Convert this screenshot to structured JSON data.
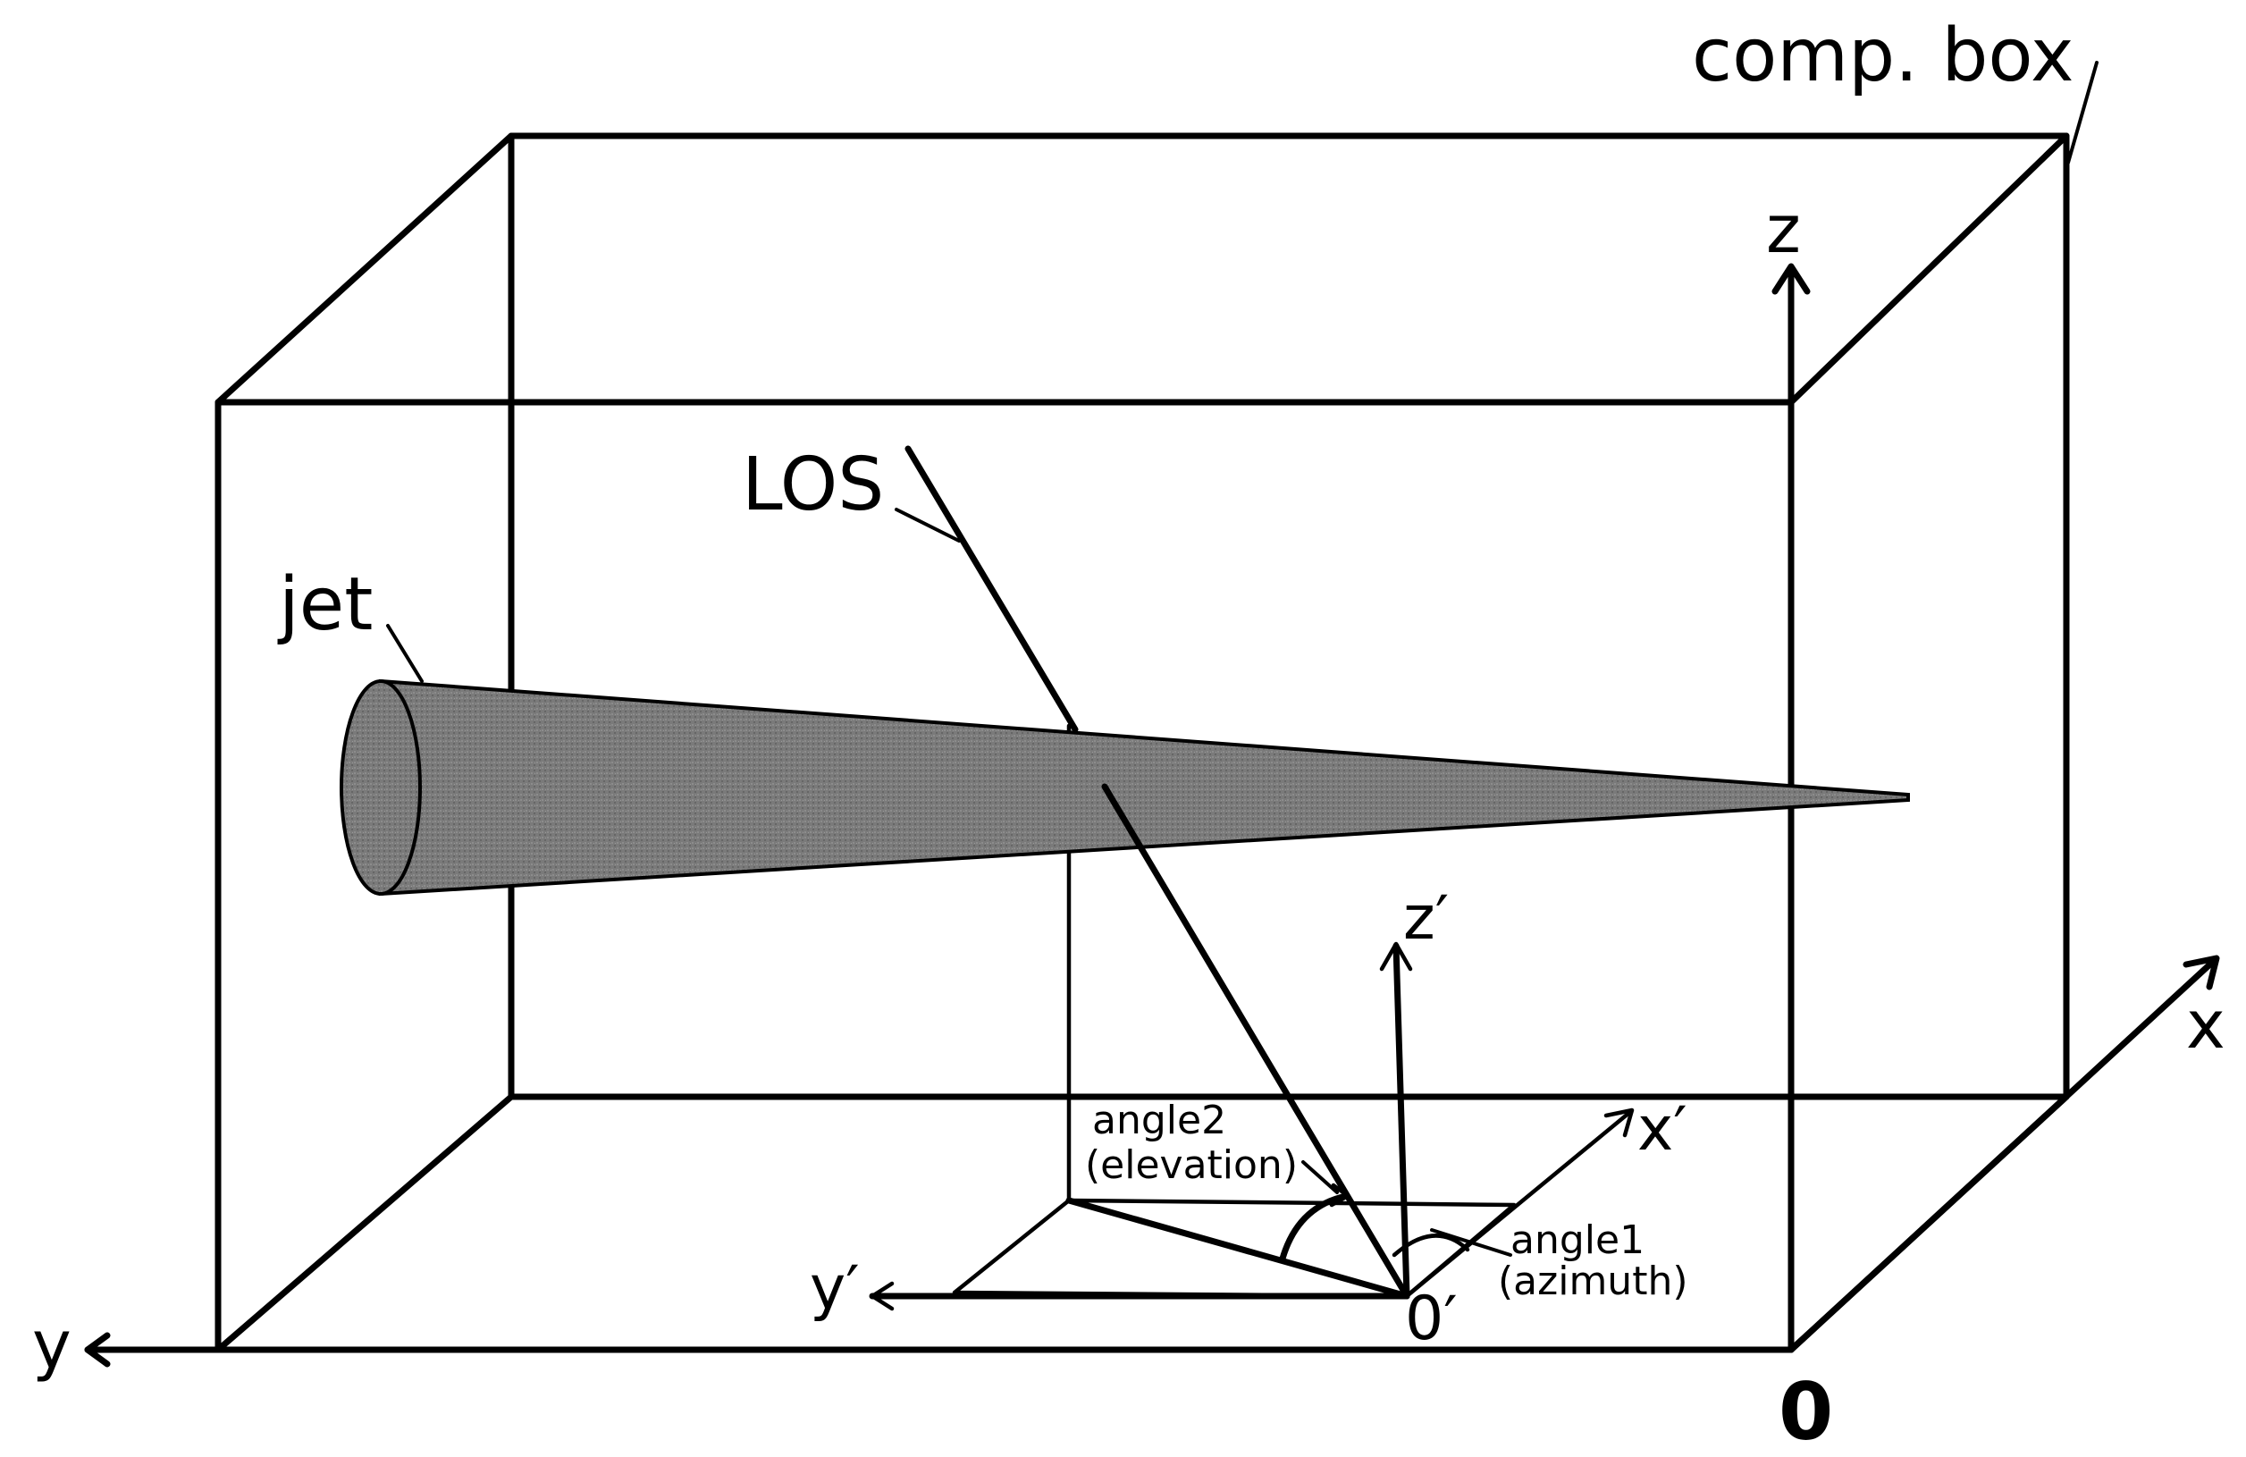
{
  "labels": {
    "comp_box": "comp. box",
    "los": "LOS",
    "jet": "jet",
    "z": "z",
    "x": "x",
    "y": "y",
    "origin": "0",
    "z_prime": "z′",
    "x_prime": "x′",
    "y_prime": "y′",
    "origin_prime": "0′",
    "angle2": "angle2",
    "elevation": "(elevation)",
    "angle1": "angle1",
    "azimuth": "(azimuth)"
  },
  "colors": {
    "line": "#000000",
    "jet_fill": "#7a7a7a",
    "background": "#ffffff"
  }
}
